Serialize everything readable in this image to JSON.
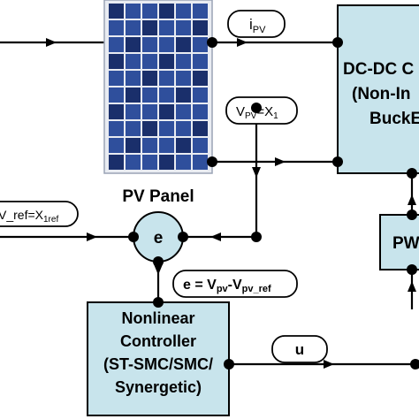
{
  "pv_panel": {
    "label": "PV Panel"
  },
  "converter": {
    "line1": "DC-DC C",
    "line2": "(Non-In",
    "line3": "BuckE"
  },
  "pwm": {
    "label": "PW"
  },
  "current_tag": {
    "main": "i",
    "sub": "PV"
  },
  "voltage_tag": {
    "v": "V",
    "sub": "PV",
    "eq": "=X",
    "one": "1"
  },
  "ref_tag": {
    "text": "V_ref=X",
    "sub": "1ref"
  },
  "sum_node": {
    "label": "e"
  },
  "error_tag": {
    "e": "e = V",
    "s1": "pv",
    "dash": "-V",
    "s2": "pv_ref"
  },
  "controller": {
    "line1": "Nonlinear",
    "line2": "Controller",
    "line3": "(ST-SMC/SMC/",
    "line4": "Synergetic)"
  },
  "output_tag": {
    "label": "u"
  },
  "colors": {
    "box_fill": "#c8e4ec",
    "line": "#000000",
    "cell": "#2f4f9c",
    "cell_dark": "#1a2f6b",
    "grid": "#d8dde8"
  }
}
